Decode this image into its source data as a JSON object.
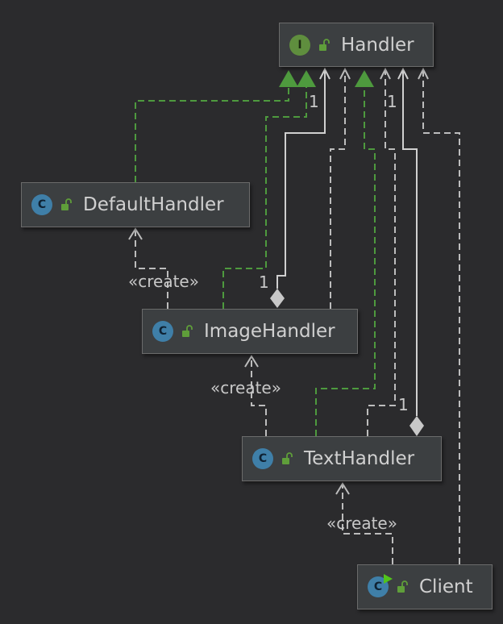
{
  "nodes": {
    "handler": {
      "name": "Handler",
      "kind": "I",
      "kind_color": "#5f8e3e"
    },
    "default_handler": {
      "name": "DefaultHandler",
      "kind": "C",
      "kind_color": "#3f7fa8"
    },
    "image_handler": {
      "name": "ImageHandler",
      "kind": "C",
      "kind_color": "#3f7fa8"
    },
    "text_handler": {
      "name": "TextHandler",
      "kind": "C",
      "kind_color": "#3f7fa8"
    },
    "client": {
      "name": "Client",
      "kind": "C",
      "kind_color": "#3f7fa8"
    }
  },
  "labels": {
    "create_default": "«create»",
    "create_image": "«create»",
    "create_text": "«create»",
    "mult_handler_image": "1",
    "mult_handler_text": "1",
    "mult_image": "1",
    "mult_text": "1"
  },
  "colors": {
    "background": "#2b2b2d",
    "realization_line": "#4e9a3e",
    "dependency_line": "#bdbdbd",
    "association_line": "#d0d0d0"
  }
}
